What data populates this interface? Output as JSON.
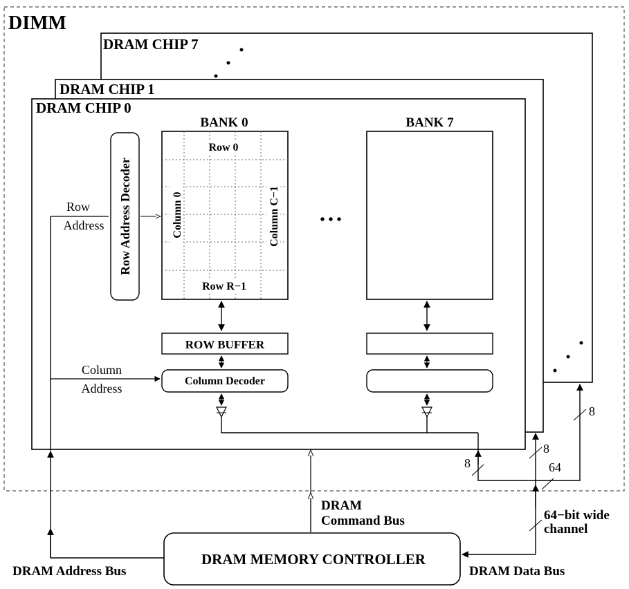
{
  "dimm": {
    "title": "DIMM"
  },
  "chips": {
    "chip7": "DRAM CHIP 7",
    "chip1": "DRAM CHIP 1",
    "chip0": "DRAM CHIP 0"
  },
  "banks": {
    "bank0": {
      "title": "BANK 0",
      "row_first": "Row 0",
      "row_last": "Row R−1",
      "col_first": "Column 0",
      "col_last": "Column C−1",
      "row_buffer": "ROW BUFFER",
      "column_decoder": "Column Decoder"
    },
    "bank7": {
      "title": "BANK 7"
    }
  },
  "row_address_decoder": "Row Address Decoder",
  "signals": {
    "row_address_1": "Row",
    "row_address_2": "Address",
    "column_address_1": "Column",
    "column_address_2": "Address"
  },
  "bus_widths": {
    "chip0": "8",
    "chip1": "8",
    "chip7": "8",
    "combined": "64"
  },
  "controller": {
    "label": "DRAM MEMORY CONTROLLER"
  },
  "buses": {
    "address_bus": "DRAM Address Bus",
    "command_bus_1": "DRAM",
    "command_bus_2": "Command Bus",
    "data_bus": "DRAM Data Bus",
    "channel_1": "64−bit wide",
    "channel_2": "channel"
  },
  "ellipsis": "• • •"
}
